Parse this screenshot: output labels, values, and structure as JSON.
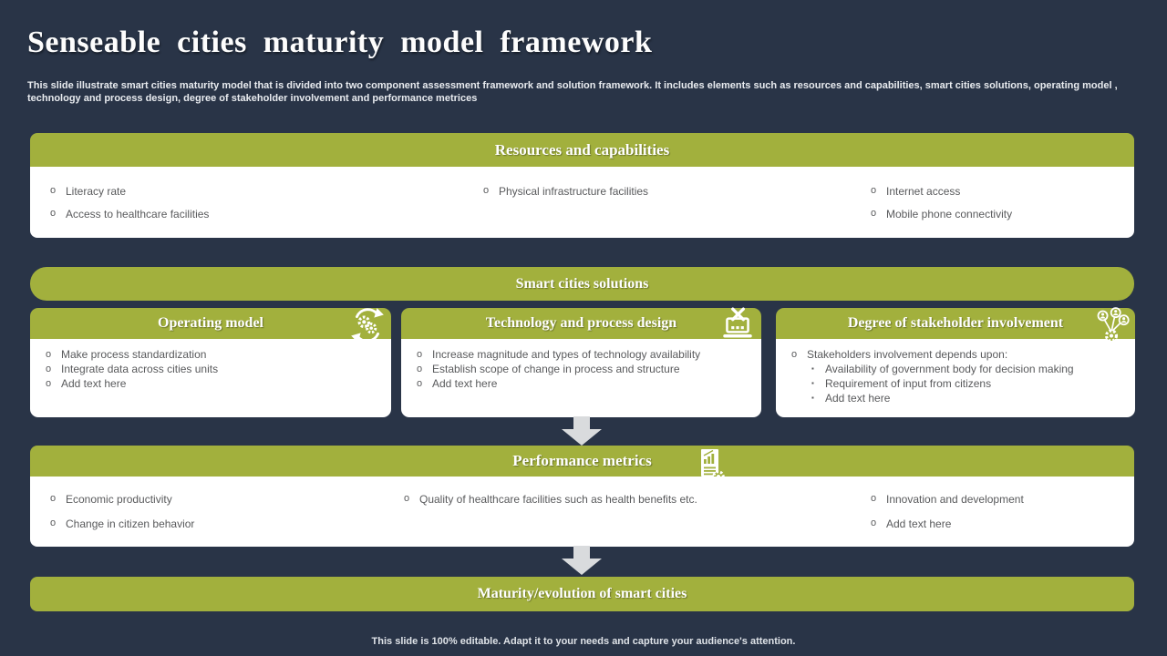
{
  "slide": {
    "title": "Senseable cities maturity model framework",
    "subtitle": "This slide illustrate smart cities maturity model that is divided into two component assessment framework and solution framework. It includes elements such as resources and capabilities, smart cities solutions, operating model , technology and process design, degree of stakeholder involvement and performance metrices",
    "footer": "This slide is 100% editable.  Adapt it to your needs and capture your audience's attention."
  },
  "bullets": {
    "level1": "o",
    "level2": "▪"
  },
  "colors": {
    "background": "#293447",
    "accent_green": "#a2b03d",
    "panel": "#ffffff",
    "body_text": "#595a5c",
    "arrow_gray": "#d9dbdd"
  },
  "resources": {
    "header": "Resources and capabilities",
    "col1": [
      "Literacy rate",
      "Access to healthcare  facilities"
    ],
    "col2": [
      "Physical infrastructure  facilities"
    ],
    "col3": [
      "Internet  access",
      "Mobile phone  connectivity"
    ]
  },
  "solutions_bar": {
    "label": "Smart cities solutions"
  },
  "cards": [
    {
      "title": "Operating model",
      "icon": "sync-gears-icon",
      "items": [
        "Make process standardization",
        "Integrate  data across cities units",
        "Add text here"
      ]
    },
    {
      "title": "Technology and process design",
      "icon": "laptop-design-tools-icon",
      "items": [
        "Increase  magnitude  and types of technology availability",
        "Establish scope of change in process  and structure",
        "Add text here"
      ]
    },
    {
      "title": "Degree of stakeholder involvement",
      "icon": "stakeholder-network-gear-icon",
      "items": [
        "Stakeholders  involvement   depends  upon:"
      ],
      "sub_items": [
        "Availability  of government   body for  decision  making",
        "Requirement   of input  from  citizens",
        "Add text here"
      ]
    }
  ],
  "performance": {
    "header": "Performance metrics",
    "icon": "report-gear-icon",
    "col1": [
      "Economic  productivity",
      "Change  in citizen behavior"
    ],
    "col2": [
      "Quality  of healthcare  facilities  such as health  benefits  etc."
    ],
    "col3": [
      "Innovation   and development",
      "Add text here"
    ]
  },
  "maturity_bar": {
    "label": "Maturity/evolution of smart cities"
  }
}
